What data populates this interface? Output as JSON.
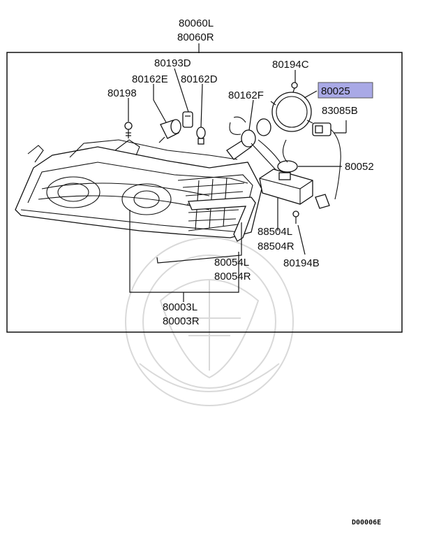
{
  "diagram": {
    "labels": {
      "p80060L": "80060L",
      "p80060R": "80060R",
      "p80193D": "80193D",
      "p80162E": "80162E",
      "p80162D": "80162D",
      "p80198": "80198",
      "p80194C": "80194C",
      "p80162F": "80162F",
      "p80025": "80025",
      "p83085B": "83085B",
      "p80052": "80052",
      "p88504L": "88504L",
      "p88504R": "88504R",
      "p80194B": "80194B",
      "p80054L": "80054L",
      "p80054R": "80054R",
      "p80003L": "80003L",
      "p80003R": "80003R"
    },
    "highlight_color": "#a9a9e6",
    "footer_code": "D00006E"
  }
}
